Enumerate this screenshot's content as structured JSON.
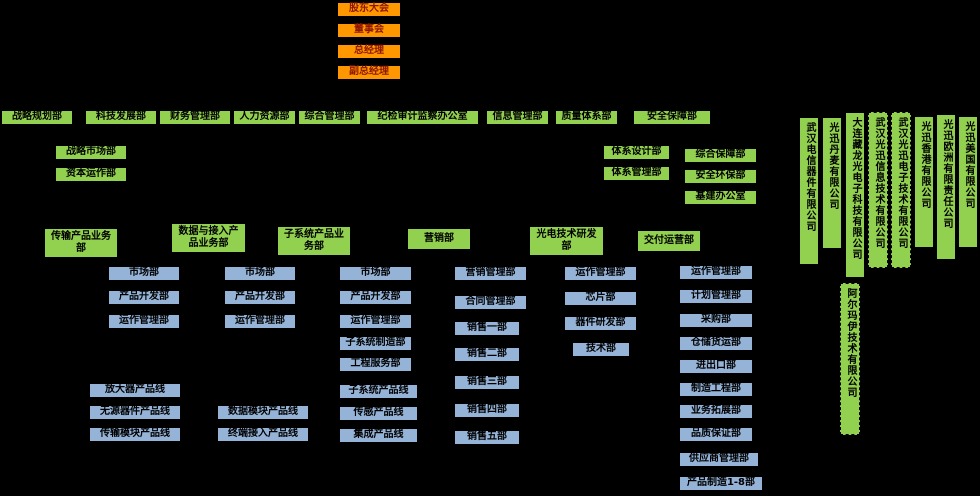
{
  "colors": {
    "background": "#000000",
    "governance_fill": "#FF9800",
    "governance_text": "#8E1600",
    "department_fill": "#92D050",
    "sub_department_fill": "#95B3D7",
    "department_text": "#000000"
  },
  "top_chain": [
    "股东大会",
    "董事会",
    "总经理",
    "副总经理"
  ],
  "function_departments": [
    "战略规划部",
    "科技发展部",
    "财务管理部",
    "人力资源部",
    "综合管理部",
    "纪检审计监察办公室",
    "信息管理部",
    "质量体系部",
    "安全保障部"
  ],
  "strategy_sub": [
    "战略市场部",
    "资本运作部"
  ],
  "quality_sub": [
    "体系设计部",
    "体系管理部"
  ],
  "security_sub": [
    "综合保障部",
    "安全环保部",
    "基建办公室"
  ],
  "units": [
    {
      "label": "传输产品业务部",
      "children": [
        "市场部",
        "产品开发部",
        "运作管理部"
      ],
      "product_lines": [
        "放大器产品线",
        "无源器件产品线",
        "传输模块产品线"
      ]
    },
    {
      "label": "数据与接入产品业务部",
      "children": [
        "市场部",
        "产品开发部",
        "运作管理部"
      ],
      "product_lines": [
        "数据模块产品线",
        "终端接入产品线"
      ]
    },
    {
      "label": "子系统产品业务部",
      "children": [
        "市场部",
        "产品开发部",
        "运作管理部",
        "子系统制造部",
        "工程服务部"
      ],
      "product_lines": [
        "子系统产品线",
        "传感产品线",
        "集成产品线"
      ]
    },
    {
      "label": "营销部",
      "children": [
        "营销管理部",
        "合同管理部",
        "销售一部",
        "销售二部",
        "销售三部",
        "销售四部",
        "销售五部"
      ],
      "product_lines": []
    },
    {
      "label": "光电技术研发部",
      "children": [
        "运作管理部",
        "芯片部",
        "器件研发部",
        "技术部"
      ],
      "product_lines": []
    },
    {
      "label": "交付运营部",
      "children": [
        "运作管理部",
        "计划管理部",
        "采购部",
        "仓储货运部",
        "进出口部",
        "制造工程部",
        "业务拓展部",
        "品质保证部",
        "供应商管理部",
        "产品制造1-8部"
      ],
      "product_lines": []
    }
  ],
  "subsidiaries": [
    {
      "name": "武汉电信器件有限公司",
      "border": "solid"
    },
    {
      "name": "光迅丹麦有限公司",
      "border": "solid"
    },
    {
      "name": "大连藏龙光电子科技有限公司",
      "border": "solid"
    },
    {
      "name": "武汉光迅信息技术有限公司",
      "border": "dashed"
    },
    {
      "name": "武汉光迅电子技术有限公司",
      "border": "dashed"
    },
    {
      "name": "光迅香港有限公司",
      "border": "solid"
    },
    {
      "name": "光迅欧洲有限责任公司",
      "border": "solid"
    },
    {
      "name": "光迅美国有限公司",
      "border": "solid"
    }
  ],
  "affiliate": {
    "name": "阿尔玛伊技术有限公司",
    "border": "dashed"
  }
}
